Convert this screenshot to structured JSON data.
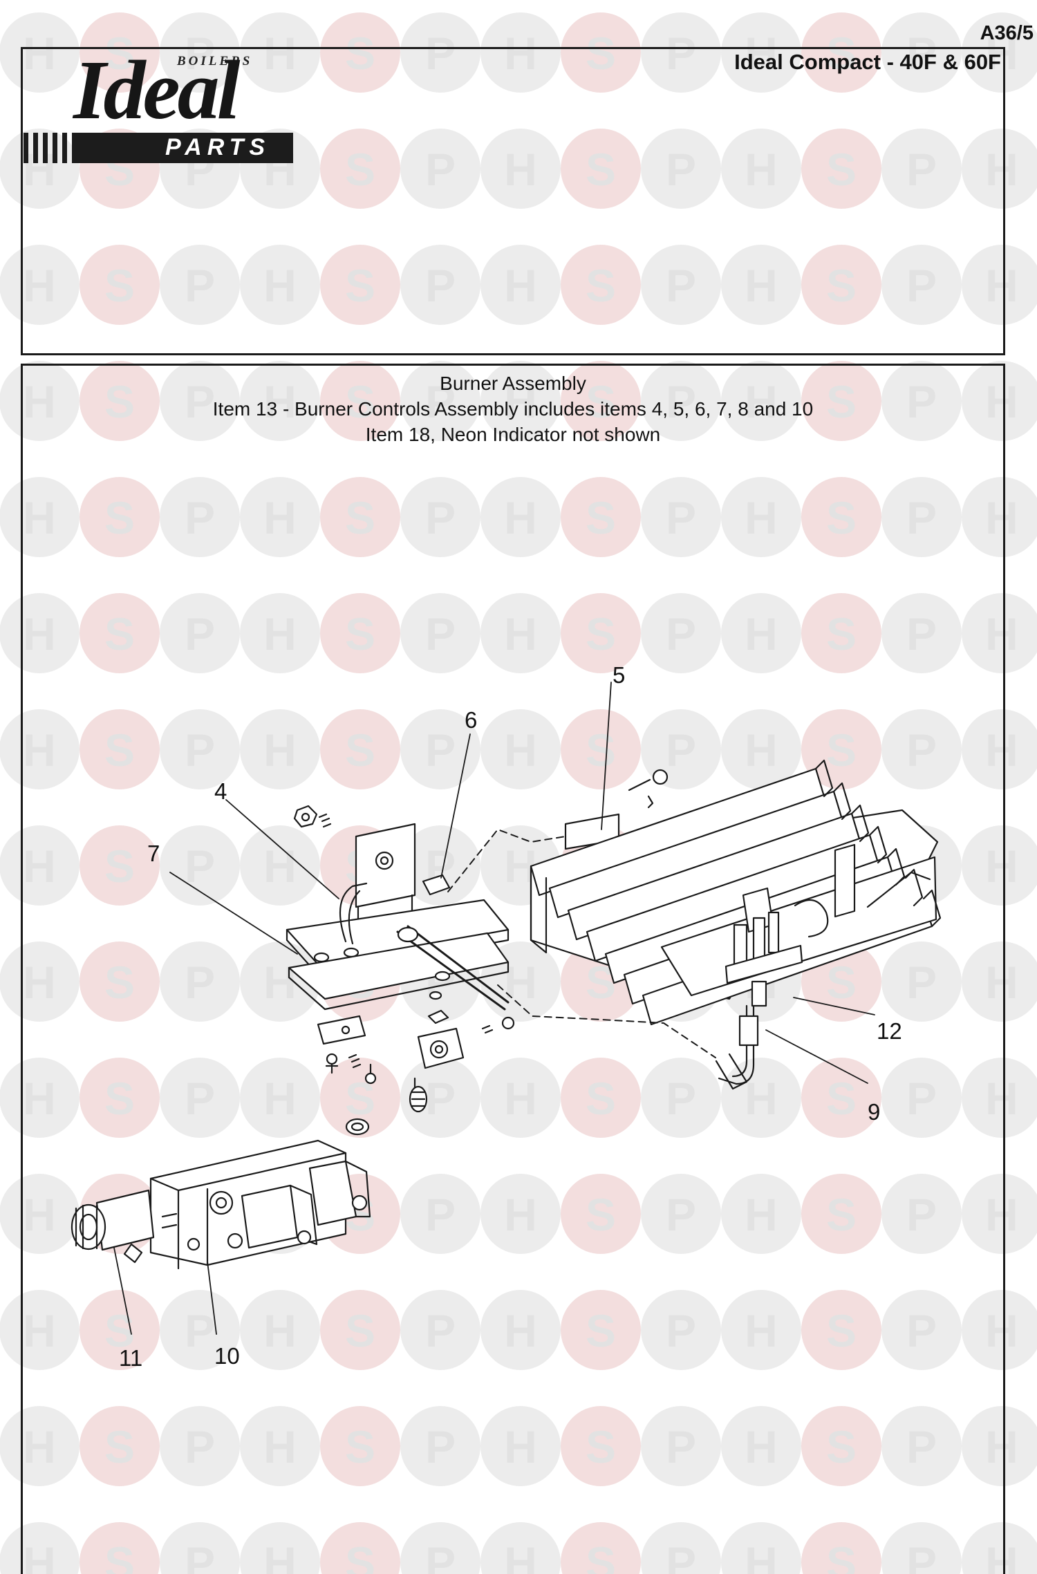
{
  "header": {
    "page_code": "A36/5",
    "model_title": "Ideal Compact - 40F & 60F",
    "logo": {
      "brand": "Ideal",
      "tagline": "BOILERS",
      "sub": "PARTS"
    }
  },
  "caption": {
    "title": "Burner Assembly",
    "line1": "Item 13 - Burner Controls Assembly includes items 4, 5, 6, 7, 8 and 10",
    "line2": "Item 18, Neon Indicator not shown"
  },
  "watermark": {
    "letters": [
      "H",
      "S",
      "P"
    ],
    "colors": {
      "h_s_ring": "#ececec",
      "p_ring": "#f3dede",
      "letter": "#e2e2e2"
    }
  },
  "callouts": [
    {
      "id": "4",
      "label": "4"
    },
    {
      "id": "5",
      "label": "5"
    },
    {
      "id": "6",
      "label": "6"
    },
    {
      "id": "7",
      "label": "7"
    },
    {
      "id": "9",
      "label": "9"
    },
    {
      "id": "10",
      "label": "10"
    },
    {
      "id": "11",
      "label": "11"
    },
    {
      "id": "12",
      "label": "12"
    }
  ]
}
